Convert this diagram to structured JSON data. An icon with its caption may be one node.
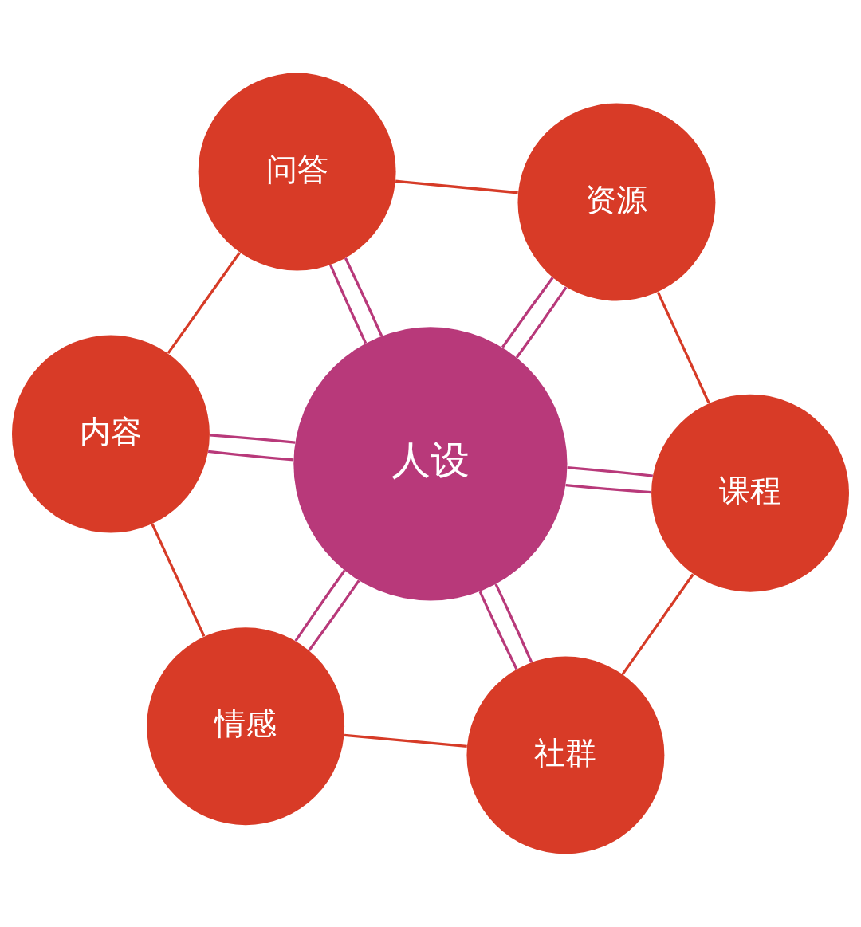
{
  "diagram": {
    "nodes": [
      {
        "text": [
          "课程"
        ]
      },
      {
        "text": [
          "资源"
        ]
      },
      {
        "text": [
          "社群"
        ]
      },
      {
        "text": [
          "人设"
        ]
      },
      {
        "text": [
          "问答"
        ]
      },
      {
        "text": [
          "情感"
        ]
      },
      {
        "text": [
          "内容"
        ]
      }
    ],
    "edges": [
      {
        "from": 3,
        "to": 0,
        "arrow": "none"
      },
      {
        "from": 3,
        "to": 0,
        "arrow": "none"
      },
      {
        "from": 3,
        "to": 2,
        "arrow": "none"
      },
      {
        "from": 3,
        "to": 2,
        "arrow": "none"
      },
      {
        "from": 3,
        "to": 5,
        "arrow": "none"
      },
      {
        "from": 3,
        "to": 5,
        "arrow": "none"
      },
      {
        "from": 3,
        "to": 6,
        "arrow": "none"
      },
      {
        "from": 3,
        "to": 6,
        "arrow": "none"
      },
      {
        "from": 3,
        "to": 4,
        "arrow": "none"
      },
      {
        "from": 3,
        "to": 4,
        "arrow": "none"
      },
      {
        "from": 3,
        "to": 1,
        "arrow": "none"
      },
      {
        "from": 3,
        "to": 1,
        "arrow": "none"
      },
      {
        "from": 0,
        "to": 2,
        "arrow": "none",
        "color": "#d63b27"
      },
      {
        "from": 2,
        "to": 5,
        "arrow": "none",
        "color": "#d63b27"
      },
      {
        "from": 5,
        "to": 6,
        "arrow": "none",
        "color": "#d63b27"
      },
      {
        "from": 6,
        "to": 4,
        "arrow": "none",
        "color": "#d63b27"
      },
      {
        "from": 4,
        "to": 1,
        "arrow": "none",
        "color": "#d63b27"
      },
      {
        "from": 1,
        "to": 0,
        "arrow": "none",
        "color": "#d63b27"
      }
    ]
  }
}
